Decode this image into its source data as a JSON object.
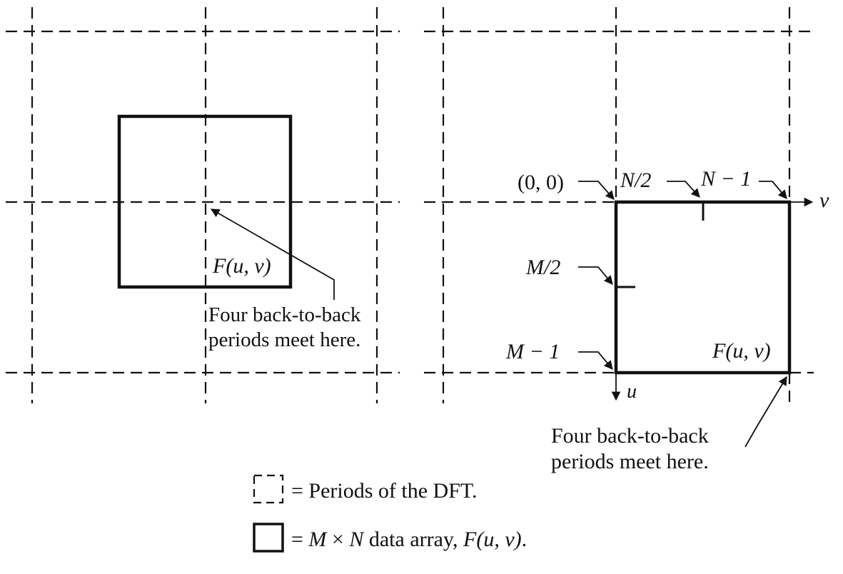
{
  "left_panel": {
    "array_label": "F(u, v)",
    "annotation_line1": "Four back-to-back",
    "annotation_line2": "periods meet here."
  },
  "right_panel": {
    "origin_label": "(0, 0)",
    "n_half_label": "N/2",
    "n_minus_one_label": "N − 1",
    "v_axis_label": "v",
    "m_half_label": "M/2",
    "m_minus_one_label": "M − 1",
    "u_axis_label": "u",
    "array_label": "F(u, v)",
    "annotation_line1": "Four back-to-back",
    "annotation_line2": "periods meet here."
  },
  "legend": {
    "periods_text": "= Periods of the DFT.",
    "array_eq": "=",
    "array_m": "M",
    "array_times": "×",
    "array_n": "N",
    "array_mid": "data array,",
    "array_f": "F(u, v)",
    "array_end": "."
  }
}
